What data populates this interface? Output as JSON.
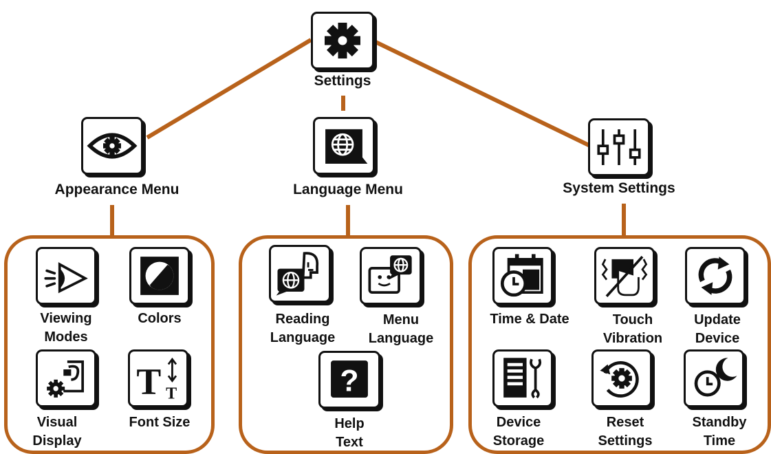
{
  "root": {
    "label": "Settings",
    "icon": "gear-icon"
  },
  "branches": [
    {
      "label": "Appearance Menu",
      "icon": "eye-gear-icon",
      "items": [
        {
          "lines": [
            "Viewing",
            "Modes"
          ],
          "icon": "viewing-modes-icon"
        },
        {
          "lines": [
            "Colors"
          ],
          "icon": "colors-icon"
        },
        {
          "lines": [
            "Visual",
            "Display"
          ],
          "icon": "visual-display-icon"
        },
        {
          "lines": [
            "Font Size"
          ],
          "icon": "font-size-icon"
        }
      ]
    },
    {
      "label": "Language Menu",
      "icon": "globe-speech-icon",
      "items": [
        {
          "lines": [
            "Reading",
            "Language"
          ],
          "icon": "reading-language-icon"
        },
        {
          "lines": [
            "Menu",
            "Language"
          ],
          "icon": "menu-language-icon"
        },
        {
          "lines": [
            "Help",
            "Text"
          ],
          "icon": "help-question-icon"
        }
      ]
    },
    {
      "label": "System Settings",
      "icon": "sliders-icon",
      "items": [
        {
          "lines": [
            "Time & Date"
          ],
          "icon": "calendar-clock-icon"
        },
        {
          "lines": [
            "Touch",
            "Vibration"
          ],
          "icon": "touch-vibration-icon"
        },
        {
          "lines": [
            "Update",
            "Device"
          ],
          "icon": "update-arrows-icon"
        },
        {
          "lines": [
            "Device",
            "Storage"
          ],
          "icon": "storage-wrench-icon"
        },
        {
          "lines": [
            "Reset",
            "Settings"
          ],
          "icon": "reset-gear-icon"
        },
        {
          "lines": [
            "Standby",
            "Time"
          ],
          "icon": "standby-moon-icon"
        }
      ]
    }
  ],
  "colors": {
    "connector": "#b8621b",
    "icon": "#111111"
  }
}
